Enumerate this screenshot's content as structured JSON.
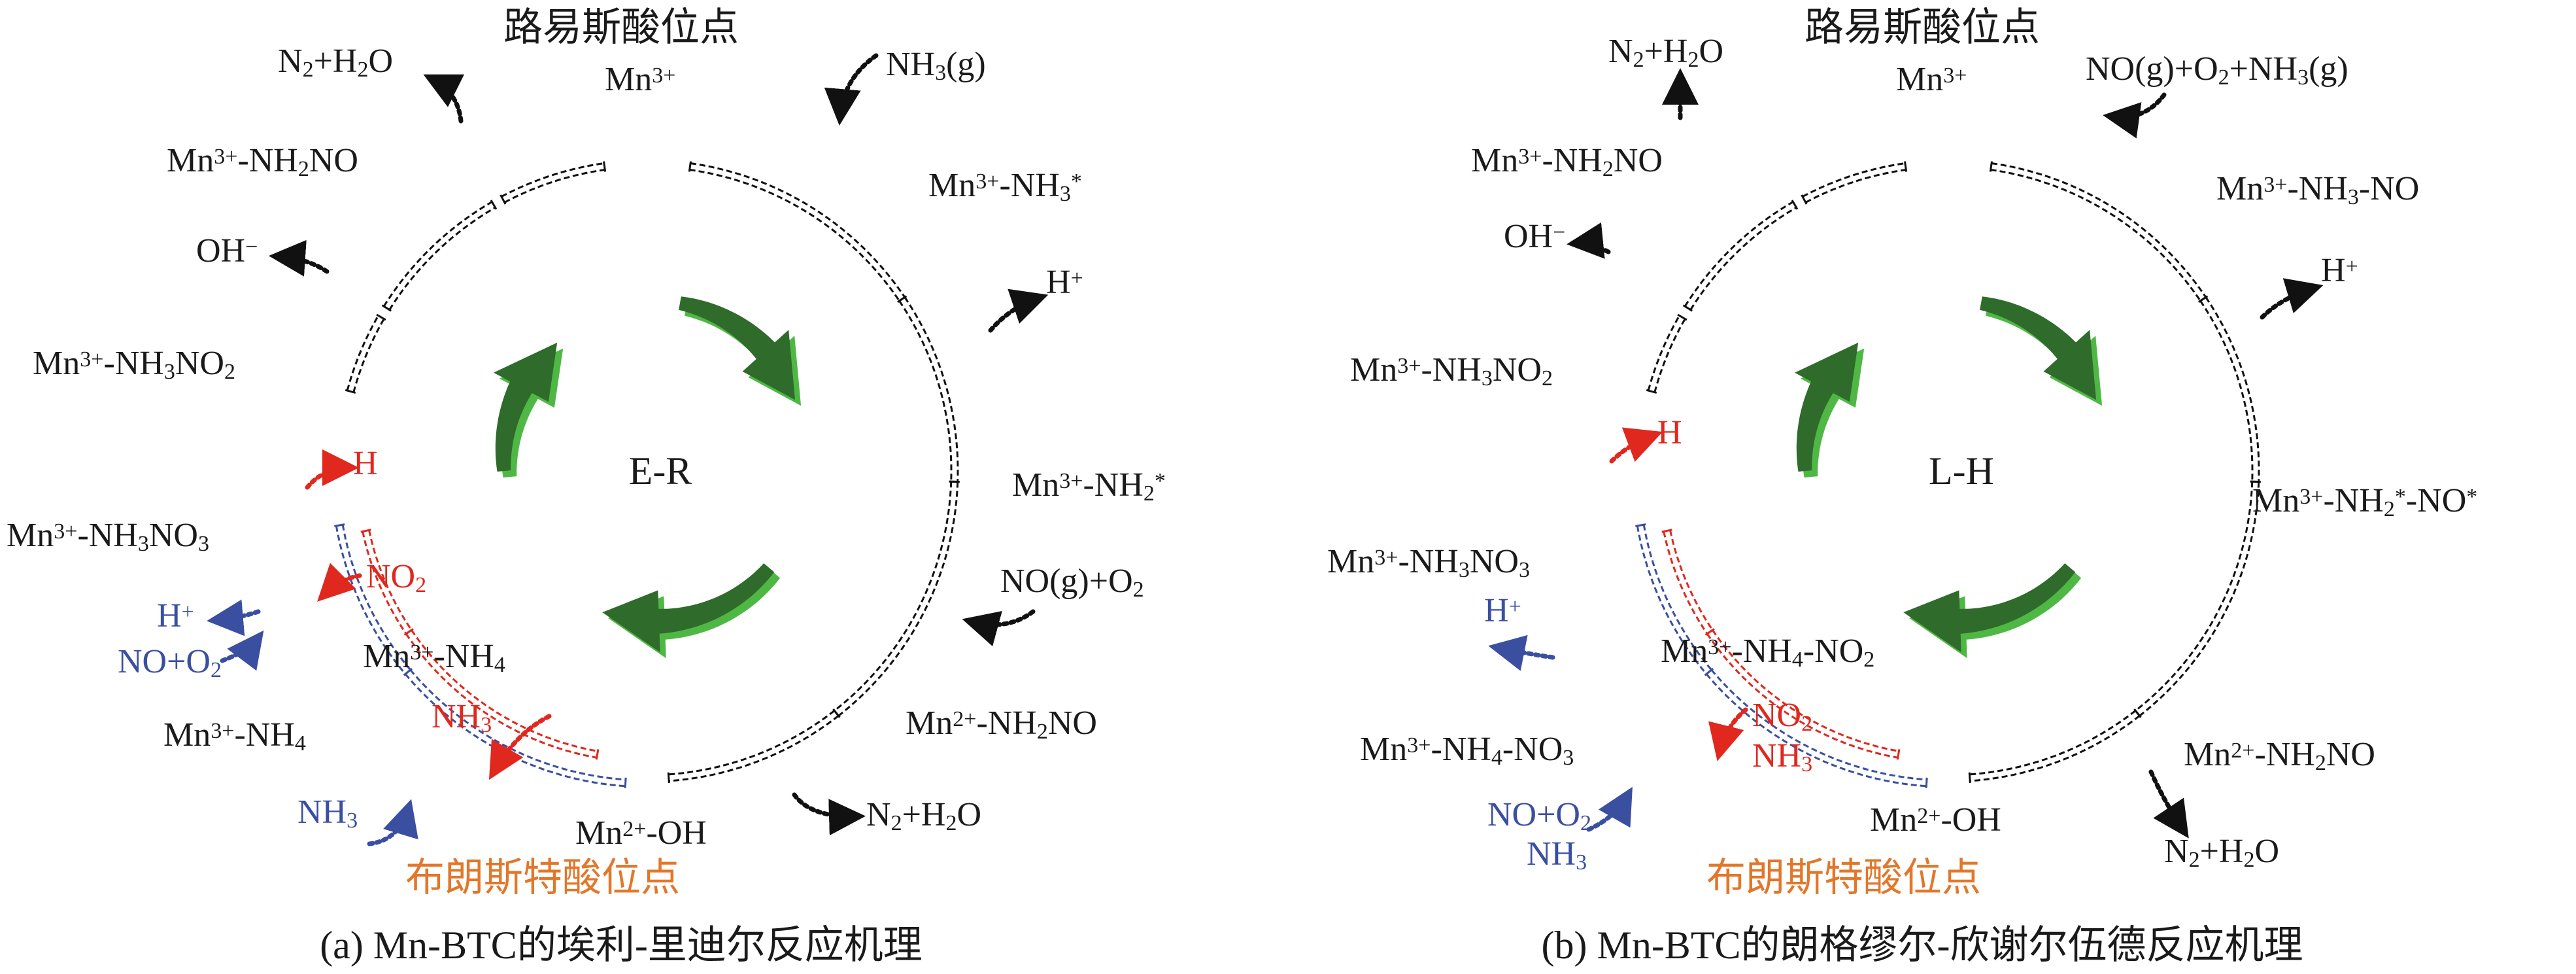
{
  "panel_a": {
    "lewis_site": "路易斯酸位点",
    "bronsted_site": "布朗斯特酸位点",
    "center": "E-R",
    "caption": "(a) Mn-BTC的埃利-里迪尔反应机理",
    "labels": {
      "mn3_top": [
        {
          "t": "Mn"
        },
        {
          "t": "3+",
          "s": "sup"
        }
      ],
      "nh3g": [
        {
          "t": "NH"
        },
        {
          "t": "3",
          "s": "sub"
        },
        {
          "t": "(g)"
        }
      ],
      "mn3_nh3s": [
        {
          "t": "Mn"
        },
        {
          "t": "3+",
          "s": "sup"
        },
        {
          "t": "-NH"
        },
        {
          "t": "3",
          "s": "sub"
        },
        {
          "t": "*",
          "s": "sup"
        }
      ],
      "hplus": [
        {
          "t": "H"
        },
        {
          "t": "+",
          "s": "sup"
        }
      ],
      "mn3_nh2s": [
        {
          "t": "Mn"
        },
        {
          "t": "3+",
          "s": "sup"
        },
        {
          "t": "-NH"
        },
        {
          "t": "2",
          "s": "sub"
        },
        {
          "t": "*",
          "s": "sup"
        }
      ],
      "no_o2": [
        {
          "t": "NO(g)+O"
        },
        {
          "t": "2",
          "s": "sub"
        }
      ],
      "mn2_nh2no": [
        {
          "t": "Mn"
        },
        {
          "t": "2+",
          "s": "sup"
        },
        {
          "t": "-NH"
        },
        {
          "t": "2",
          "s": "sub"
        },
        {
          "t": "NO"
        }
      ],
      "n2h2o_bot": [
        {
          "t": "N"
        },
        {
          "t": "2",
          "s": "sub"
        },
        {
          "t": "+H"
        },
        {
          "t": "2",
          "s": "sub"
        },
        {
          "t": "O"
        }
      ],
      "mn2_oh": [
        {
          "t": "Mn"
        },
        {
          "t": "2+",
          "s": "sup"
        },
        {
          "t": "-OH"
        }
      ],
      "nh3_blue": [
        {
          "t": "NH"
        },
        {
          "t": "3",
          "s": "sub"
        }
      ],
      "mn3_nh4_outer": [
        {
          "t": "Mn"
        },
        {
          "t": "3+",
          "s": "sup"
        },
        {
          "t": "-NH"
        },
        {
          "t": "4",
          "s": "sub"
        }
      ],
      "no_o2_blue": [
        {
          "t": "NO+O"
        },
        {
          "t": "2",
          "s": "sub"
        }
      ],
      "hplus_blue": [
        {
          "t": "H"
        },
        {
          "t": "+",
          "s": "sup"
        }
      ],
      "mn3_nh3no3": [
        {
          "t": "Mn"
        },
        {
          "t": "3+",
          "s": "sup"
        },
        {
          "t": "-NH"
        },
        {
          "t": "3",
          "s": "sub"
        },
        {
          "t": "NO"
        },
        {
          "t": "3",
          "s": "sub"
        }
      ],
      "mn3_nh3no2": [
        {
          "t": "Mn"
        },
        {
          "t": "3+",
          "s": "sup"
        },
        {
          "t": "-NH"
        },
        {
          "t": "3",
          "s": "sub"
        },
        {
          "t": "NO"
        },
        {
          "t": "2",
          "s": "sub"
        }
      ],
      "ohminus": [
        {
          "t": "OH"
        },
        {
          "t": "−",
          "s": "sup"
        }
      ],
      "mn3_nh2no": [
        {
          "t": "Mn"
        },
        {
          "t": "3+",
          "s": "sup"
        },
        {
          "t": "-NH"
        },
        {
          "t": "2",
          "s": "sub"
        },
        {
          "t": "NO"
        }
      ],
      "n2h2o_top": [
        {
          "t": "N"
        },
        {
          "t": "2",
          "s": "sub"
        },
        {
          "t": "+H"
        },
        {
          "t": "2",
          "s": "sub"
        },
        {
          "t": "O"
        }
      ],
      "h_red": [
        {
          "t": "H"
        }
      ],
      "no2_red": [
        {
          "t": "NO"
        },
        {
          "t": "2",
          "s": "sub"
        }
      ],
      "mn3_nh4_inner": [
        {
          "t": "Mn"
        },
        {
          "t": "3+",
          "s": "sup"
        },
        {
          "t": "-NH"
        },
        {
          "t": "4",
          "s": "sub"
        }
      ],
      "nh3_red": [
        {
          "t": "NH"
        },
        {
          "t": "3",
          "s": "sub"
        }
      ]
    }
  },
  "panel_b": {
    "lewis_site": "路易斯酸位点",
    "bronsted_site": "布朗斯特酸位点",
    "center": "L-H",
    "caption": "(b) Mn-BTC的朗格缪尔-欣谢尔伍德反应机理",
    "labels": {
      "mn3_top": [
        {
          "t": "Mn"
        },
        {
          "t": "3+",
          "s": "sup"
        }
      ],
      "no_o2_nh3": [
        {
          "t": "NO(g)+O"
        },
        {
          "t": "2",
          "s": "sub"
        },
        {
          "t": "+NH"
        },
        {
          "t": "3",
          "s": "sub"
        },
        {
          "t": "(g)"
        }
      ],
      "mn3_nh3_no": [
        {
          "t": "Mn"
        },
        {
          "t": "3+",
          "s": "sup"
        },
        {
          "t": "-NH"
        },
        {
          "t": "3",
          "s": "sub"
        },
        {
          "t": "-NO"
        }
      ],
      "hplus": [
        {
          "t": "H"
        },
        {
          "t": "+",
          "s": "sup"
        }
      ],
      "mn3_nh2s_nos": [
        {
          "t": "Mn"
        },
        {
          "t": "3+",
          "s": "sup"
        },
        {
          "t": "-NH"
        },
        {
          "t": "2",
          "s": "sub"
        },
        {
          "t": "*",
          "s": "sup"
        },
        {
          "t": "-NO"
        },
        {
          "t": "*",
          "s": "sup"
        }
      ],
      "mn2_nh2no": [
        {
          "t": "Mn"
        },
        {
          "t": "2+",
          "s": "sup"
        },
        {
          "t": "-NH"
        },
        {
          "t": "2",
          "s": "sub"
        },
        {
          "t": "NO"
        }
      ],
      "n2h2o_bot": [
        {
          "t": "N"
        },
        {
          "t": "2",
          "s": "sub"
        },
        {
          "t": "+H"
        },
        {
          "t": "2",
          "s": "sub"
        },
        {
          "t": "O"
        }
      ],
      "mn2_oh": [
        {
          "t": "Mn"
        },
        {
          "t": "2+",
          "s": "sup"
        },
        {
          "t": "-OH"
        }
      ],
      "no_o2_blue": [
        {
          "t": "NO+O"
        },
        {
          "t": "2",
          "s": "sub"
        }
      ],
      "nh3_blue": [
        {
          "t": "NH"
        },
        {
          "t": "3",
          "s": "sub"
        }
      ],
      "mn3_nh4_no3": [
        {
          "t": "Mn"
        },
        {
          "t": "3+",
          "s": "sup"
        },
        {
          "t": "-NH"
        },
        {
          "t": "4",
          "s": "sub"
        },
        {
          "t": "-NO"
        },
        {
          "t": "3",
          "s": "sub"
        }
      ],
      "hplus_blue": [
        {
          "t": "H"
        },
        {
          "t": "+",
          "s": "sup"
        }
      ],
      "mn3_nh3no3": [
        {
          "t": "Mn"
        },
        {
          "t": "3+",
          "s": "sup"
        },
        {
          "t": "-NH"
        },
        {
          "t": "3",
          "s": "sub"
        },
        {
          "t": "NO"
        },
        {
          "t": "3",
          "s": "sub"
        }
      ],
      "mn3_nh3no2": [
        {
          "t": "Mn"
        },
        {
          "t": "3+",
          "s": "sup"
        },
        {
          "t": "-NH"
        },
        {
          "t": "3",
          "s": "sub"
        },
        {
          "t": "NO"
        },
        {
          "t": "2",
          "s": "sub"
        }
      ],
      "ohminus": [
        {
          "t": "OH"
        },
        {
          "t": "−",
          "s": "sup"
        }
      ],
      "mn3_nh2no": [
        {
          "t": "Mn"
        },
        {
          "t": "3+",
          "s": "sup"
        },
        {
          "t": "-NH"
        },
        {
          "t": "2",
          "s": "sub"
        },
        {
          "t": "NO"
        }
      ],
      "n2h2o_top": [
        {
          "t": "N"
        },
        {
          "t": "2",
          "s": "sub"
        },
        {
          "t": "+H"
        },
        {
          "t": "2",
          "s": "sub"
        },
        {
          "t": "O"
        }
      ],
      "h_red": [
        {
          "t": "H"
        }
      ],
      "mn3_nh4_no2": [
        {
          "t": "Mn"
        },
        {
          "t": "3+",
          "s": "sup"
        },
        {
          "t": "-NH"
        },
        {
          "t": "4",
          "s": "sub"
        },
        {
          "t": "-NO"
        },
        {
          "t": "2",
          "s": "sub"
        }
      ],
      "no2_red": [
        {
          "t": "NO"
        },
        {
          "t": "2",
          "s": "sub"
        }
      ],
      "nh3_red": [
        {
          "t": "NH"
        },
        {
          "t": "3",
          "s": "sub"
        }
      ]
    }
  },
  "colors": {
    "text": "#1a1a1a",
    "red": "#e0281e",
    "blue": "#3a4fa0",
    "orange": "#e2772a",
    "arrow_dark": "#2f6b2a",
    "arrow_light": "#4fb845"
  }
}
